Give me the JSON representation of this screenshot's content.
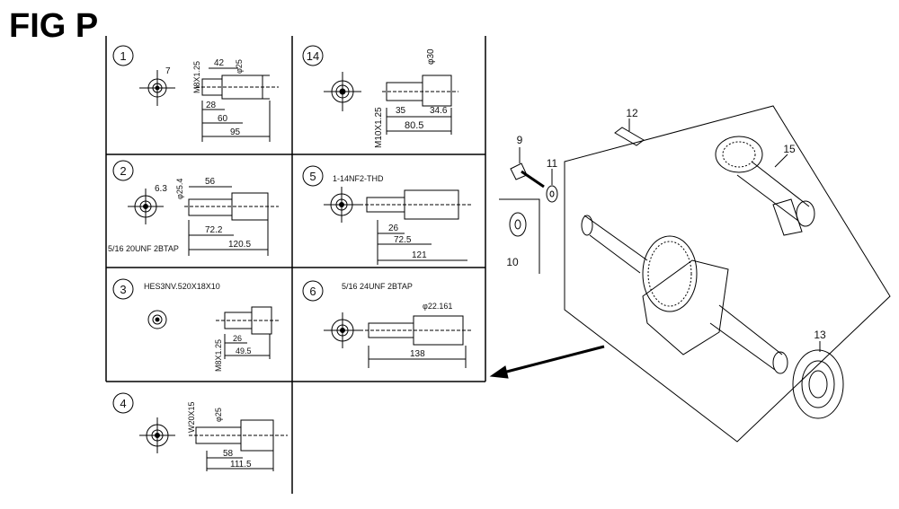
{
  "title": "FIG P",
  "variants": [
    {
      "id": "1",
      "dims": {
        "tip": "7",
        "thread": "M8X1.25",
        "dia": "φ25",
        "d1": "42",
        "d2": "28",
        "d3": "60",
        "d4": "95"
      }
    },
    {
      "id": "14",
      "dims": {
        "dia": "φ30",
        "thread": "M10X1.25",
        "d1": "35",
        "d2": "34.6",
        "d3": "80.5"
      }
    },
    {
      "id": "2",
      "dims": {
        "tip": "6.3",
        "dia": "φ25.4",
        "d1": "56",
        "d2": "72.2",
        "d3": "120.5",
        "thread": "5/16 20UNF 2BTAP"
      }
    },
    {
      "id": "5",
      "dims": {
        "thread": "1-14NF2-THD",
        "d1": "26",
        "d2": "72.5",
        "d3": "121"
      }
    },
    {
      "id": "3",
      "dims": {
        "thread": "HES3NV.520X18X10",
        "thread2": "M8X1.25",
        "d1": "26",
        "d2": "49.5"
      }
    },
    {
      "id": "6",
      "dims": {
        "thread": "5/16 24UNF 2BTAP",
        "dia": "φ22.161",
        "d1": "138"
      }
    },
    {
      "id": "4",
      "dims": {
        "thread": "W20X15",
        "dia": "φ25",
        "d1": "58",
        "d2": "111.5"
      }
    }
  ],
  "callouts": [
    "9",
    "11",
    "10",
    "12",
    "15",
    "13"
  ]
}
